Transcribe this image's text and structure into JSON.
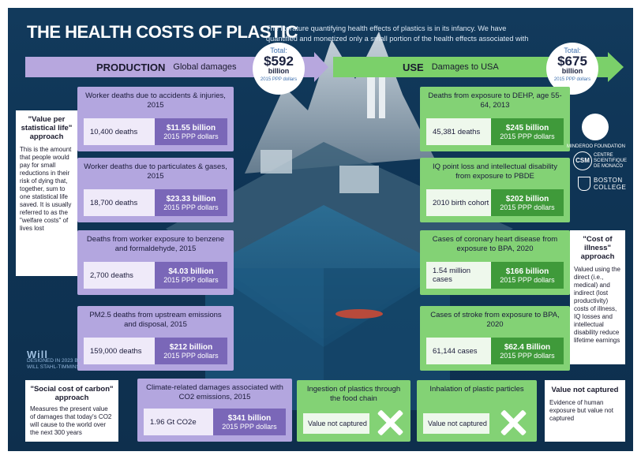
{
  "header": {
    "title": "THE HEALTH COSTS OF PLASTIC",
    "intro": "The literature quantifying health effects of plastics is in its infancy. We have quantified and monetized only a small portion of the health effects associated with plastics"
  },
  "production": {
    "label": "PRODUCTION",
    "sub": "Global damages",
    "total_label": "Total:",
    "total_value": "$592",
    "total_unit": "billion",
    "total_note": "2015 PPP dollars"
  },
  "use": {
    "label": "USE",
    "sub": "Damages to USA",
    "total_label": "Total:",
    "total_value": "$675",
    "total_unit": "billion",
    "total_note": "2015 PPP dollars"
  },
  "prod_cards": [
    {
      "head": "Worker deaths due to accidents & injuries, 2015",
      "stat": "10,400 deaths",
      "value": "$11.55 billion",
      "unit": "2015 PPP dollars"
    },
    {
      "head": "Worker deaths due to particulates & gases, 2015",
      "stat": "18,700 deaths",
      "value": "$23.33 billion",
      "unit": "2015 PPP dollars"
    },
    {
      "head": "Deaths from worker exposure to benzene and formaldehyde, 2015",
      "stat": "2,700 deaths",
      "value": "$4.03 billion",
      "unit": "2015 PPP dollars"
    },
    {
      "head": "PM2.5 deaths from upstream emissions and disposal, 2015",
      "stat": "159,000 deaths",
      "value": "$212 billion",
      "unit": "2015 PPP dollars"
    }
  ],
  "use_cards": [
    {
      "head": "Deaths from exposure to DEHP, age 55-64, 2013",
      "stat": "45,381 deaths",
      "value": "$245 billion",
      "unit": "2015 PPP dollars"
    },
    {
      "head": "IQ point loss and intellectual disability from exposure to PBDE",
      "stat": "2010 birth cohort",
      "value": "$202 billion",
      "unit": "2015 PPP dollars"
    },
    {
      "head": "Cases of coronary heart disease from exposure to BPA, 2020",
      "stat": "1.54 million cases",
      "value": "$166 billion",
      "unit": "2015 PPP dollars"
    },
    {
      "head": "Cases of stroke from exposure to BPA, 2020",
      "stat": "61,144 cases",
      "value": "$62.4 Billion",
      "unit": "2015 PPP dollars"
    }
  ],
  "climate_card": {
    "head": "Climate-related damages associated with CO2 emissions, 2015",
    "stat": "1.96 Gt CO2e",
    "value": "$341 billion",
    "unit": "2015 PPP dollars"
  },
  "ingestion_card": {
    "head": "Ingestion of plastics through the food chain",
    "stat": "Value not captured"
  },
  "inhalation_card": {
    "head": "Inhalation of plastic particles",
    "stat": "Value not captured"
  },
  "notes": {
    "vsl_head": "\"Value per statistical life\" approach",
    "vsl_body": "This is the amount that people would pay for small reductions in their risk of dying that, together, sum to one statistical life saved. It is usually referred to as the \"welfare costs\" of lives lost",
    "scc_head": "\"Social cost of carbon\" approach",
    "scc_body": "Measures the present value of damages that today's CO2 will cause to the world over the next 300 years",
    "coi_head": "\"Cost of illness\" approach",
    "coi_body": "Valued using the direct (i.e., medical) and indirect (lost productivity) costs of illness, IQ losses and intellectual disability reduce lifetime earnings",
    "vnc_head": "Value not captured",
    "vnc_body": "Evidence of human exposure but value not captured"
  },
  "logos": {
    "minderoo": "MINDEROO FOUNDATION",
    "csm": "CSM",
    "csm_text": "CENTRE SCIENTIFIQUE DE MONACO",
    "bc": "BOSTON COLLEGE"
  },
  "credit": {
    "mark": "Will",
    "line1": "DESIGNED IN 2023 BY",
    "line2": "WILL STAHL-TIMMINS"
  },
  "colors": {
    "production": "#b3a6df",
    "use": "#83d275",
    "background": "#0f3556"
  }
}
